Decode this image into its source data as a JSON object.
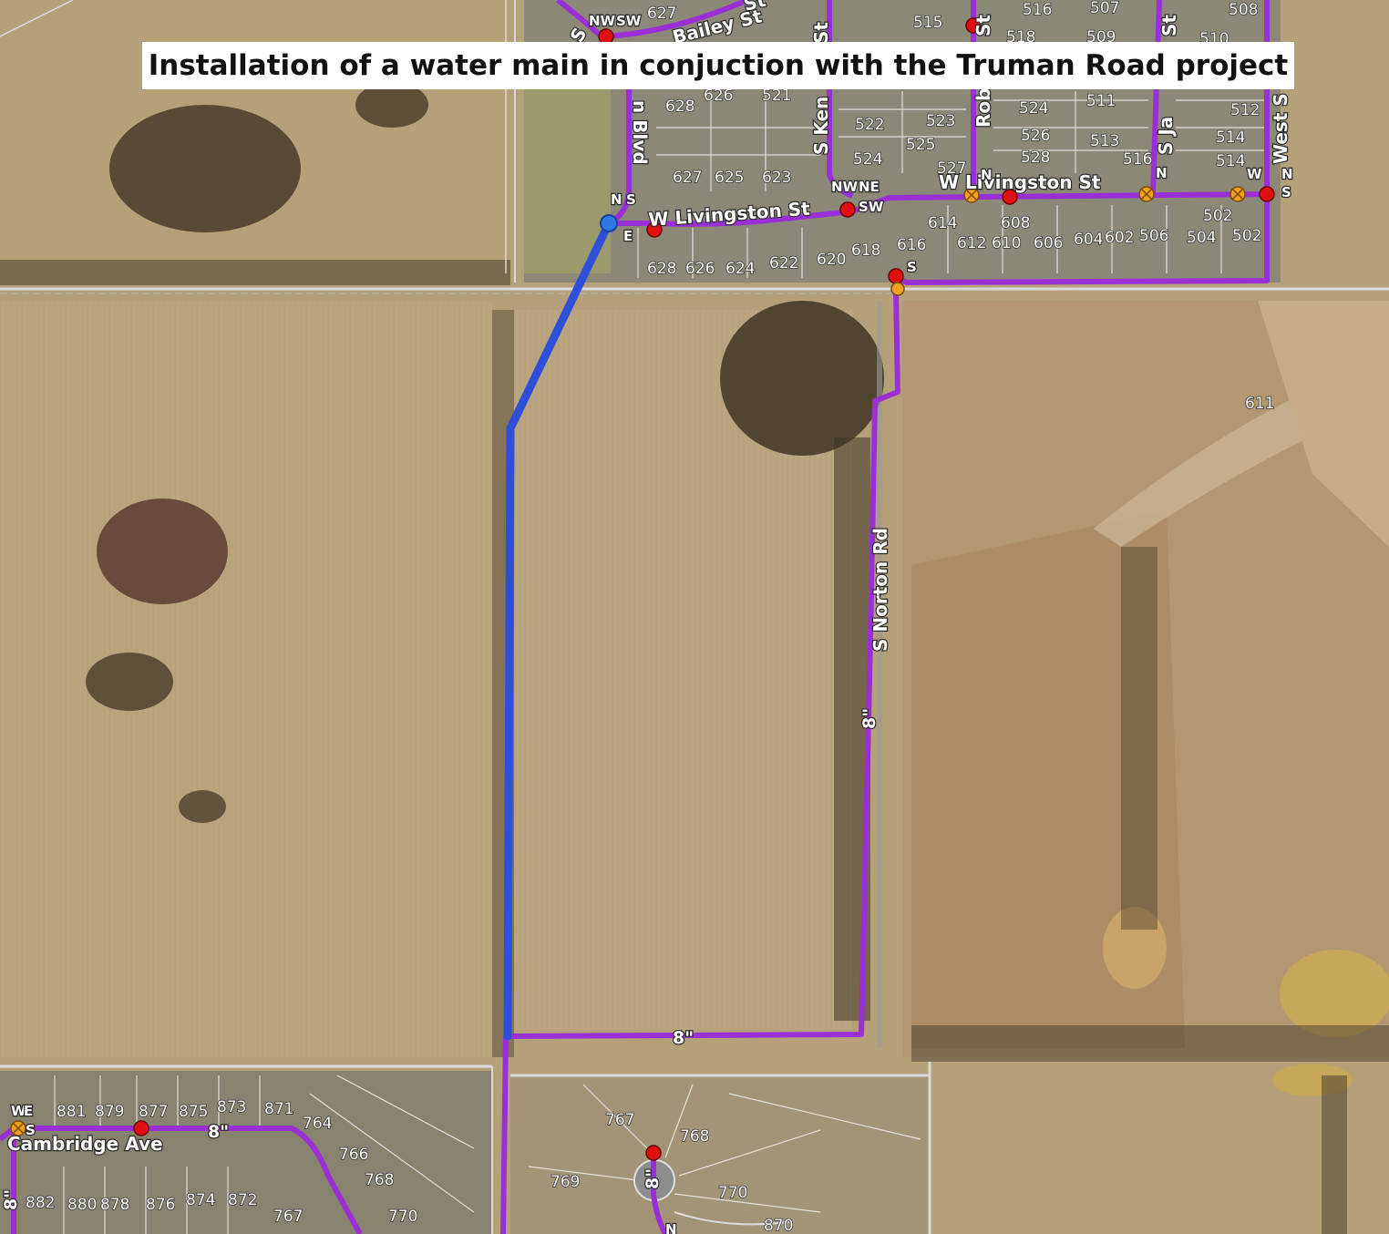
{
  "title": "Installation of a water main in conjuction with the Truman Road project",
  "colors": {
    "proposed_main": "#2f4fd8",
    "existing_main": "#9b2fd6",
    "hydrant": "#e01010",
    "valve": "#f0a020",
    "road_edge": "#d8d8d8",
    "field": "#b7a27d"
  },
  "streets": {
    "w_livingston_east": "W Livingston St",
    "w_livingston_west": "W Livingston St",
    "s_norton_rd": "S Norton Rd",
    "cambridge_ave": "Cambridge Ave",
    "bailey_st": "Bailey St",
    "s_ken": "S Ken",
    "s_ken_suffix": "St",
    "rob": "Rob",
    "s_ja": "S Ja",
    "west_s": "West S",
    "blvd": "n Blvd",
    "st_a": "St",
    "st_b": "St",
    "st_c": "St",
    "s_a": "S"
  },
  "pipe_labels": {
    "norton": "8\"",
    "south_run": "8\"",
    "cambridge": "8\"",
    "west_edge": "8\"",
    "cul_de_sac": "8\""
  },
  "node_labels": {
    "nw1": "NW",
    "sw1": "SW",
    "n1": "N",
    "s1": "S",
    "e1": "E",
    "nw2": "NW",
    "ne2": "NE",
    "sw2": "SW",
    "s3": "S",
    "n4": "N",
    "n5": "N",
    "w6": "W",
    "n6": "N",
    "s6": "S",
    "w7": "W",
    "e7": "E",
    "s7": "S",
    "n8": "N"
  },
  "parcels": {
    "north": [
      "627",
      "515",
      "516",
      "507",
      "508",
      "510",
      "518",
      "509",
      "626",
      "521",
      "628",
      "512",
      "522",
      "523",
      "524",
      "511",
      "525",
      "526",
      "513",
      "514",
      "527",
      "528",
      "516",
      "514",
      "623",
      "625",
      "627",
      "524"
    ],
    "livingston_south": [
      "614",
      "608",
      "502",
      "612",
      "610",
      "606",
      "604",
      "602",
      "506",
      "504",
      "502",
      "628",
      "626",
      "624",
      "622",
      "620",
      "618",
      "616"
    ],
    "east": [
      "611"
    ],
    "southwest": [
      "881",
      "879",
      "877",
      "875",
      "873",
      "871",
      "764",
      "766",
      "768",
      "882",
      "880",
      "878",
      "876",
      "874",
      "872",
      "767",
      "770"
    ],
    "south": [
      "767",
      "768",
      "769",
      "770",
      "870"
    ]
  }
}
